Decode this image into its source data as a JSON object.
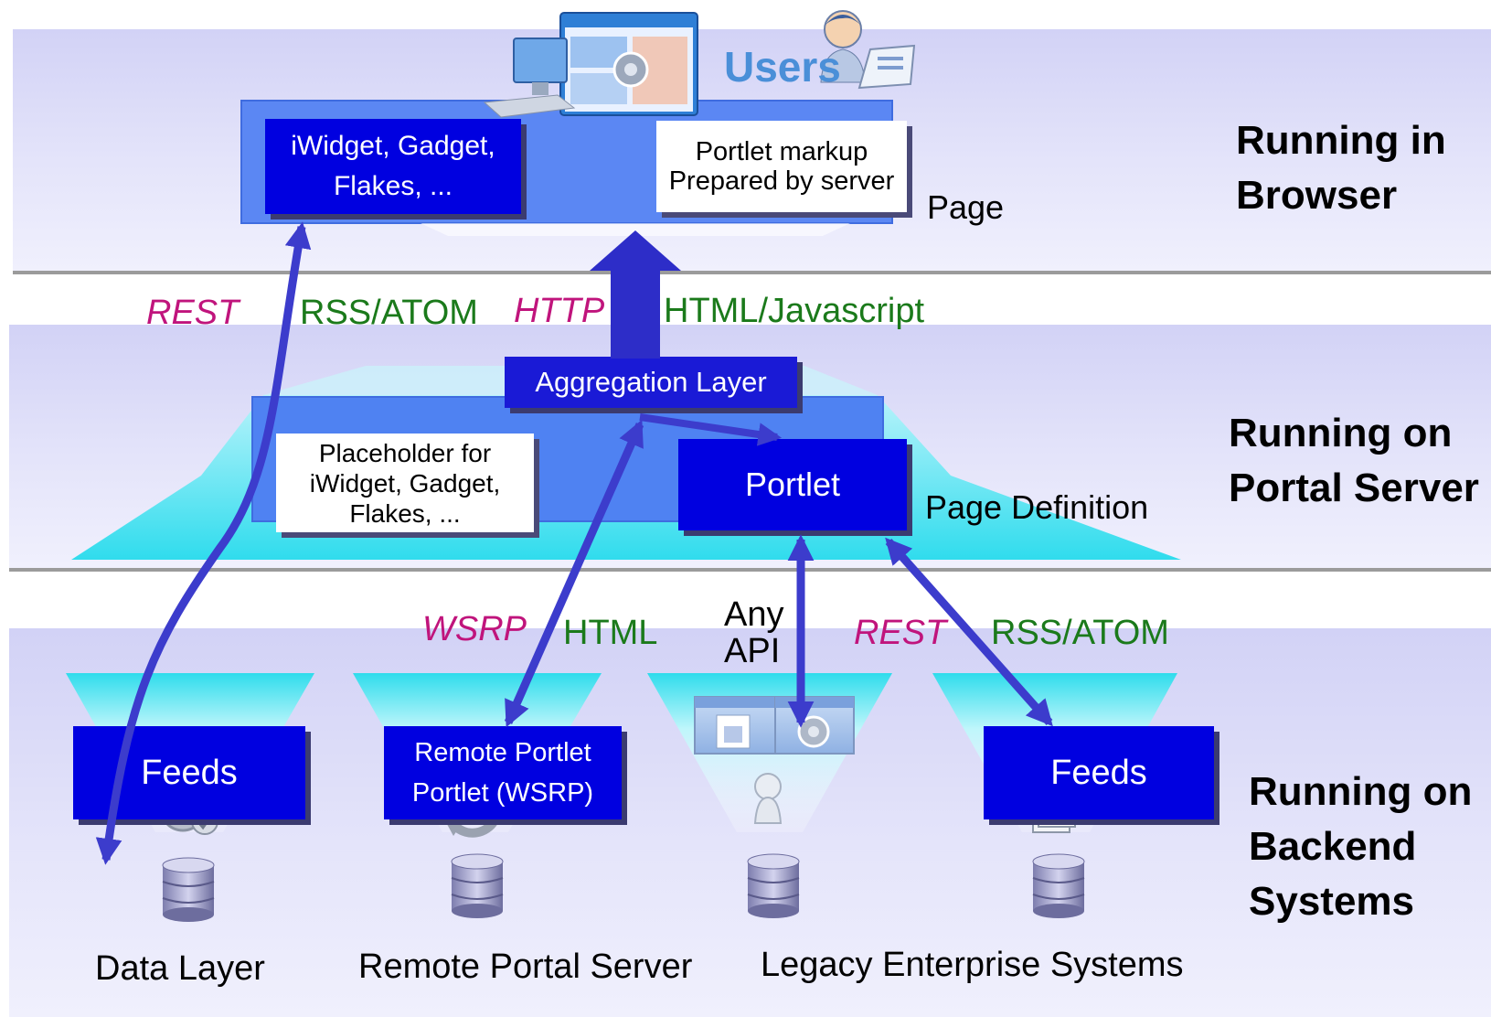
{
  "tiers": {
    "browser": [
      "Running in",
      "Browser"
    ],
    "portal": [
      "Running on",
      "Portal Server"
    ],
    "backend": [
      "Running on",
      "Backend",
      "Systems"
    ]
  },
  "users_label": "Users",
  "browser_page": {
    "widget_box": [
      "iWidget, Gadget,",
      "Flakes, ..."
    ],
    "markup_box": [
      "Portlet markup",
      "Prepared by server"
    ],
    "page_label": "Page"
  },
  "protocols_top": {
    "rest": "REST",
    "rss_atom": "RSS/ATOM",
    "http": "HTTP",
    "html_js": "HTML/Javascript"
  },
  "portal": {
    "aggregation": "Aggregation Layer",
    "placeholder": [
      "Placeholder for",
      "iWidget, Gadget,",
      "Flakes, ..."
    ],
    "portlet": "Portlet",
    "page_definition": "Page Definition"
  },
  "protocols_bottom": {
    "wsrp": "WSRP",
    "html": "HTML",
    "any_api": [
      "Any",
      "API"
    ],
    "rest": "REST",
    "rss_atom": "RSS/ATOM"
  },
  "backend": {
    "feeds_left": "Feeds",
    "remote_portlet": [
      "Remote Portlet",
      "Portlet (WSRP)"
    ],
    "feeds_right": "Feeds",
    "captions": [
      "Data Layer",
      "Remote Portal Server",
      "Legacy Enterprise Systems"
    ]
  },
  "colors": {
    "arrow": "#3c3ccc",
    "box_blue": "#0000e0",
    "protocol_pink": "#c0147c",
    "protocol_green": "#1b7a1b"
  }
}
